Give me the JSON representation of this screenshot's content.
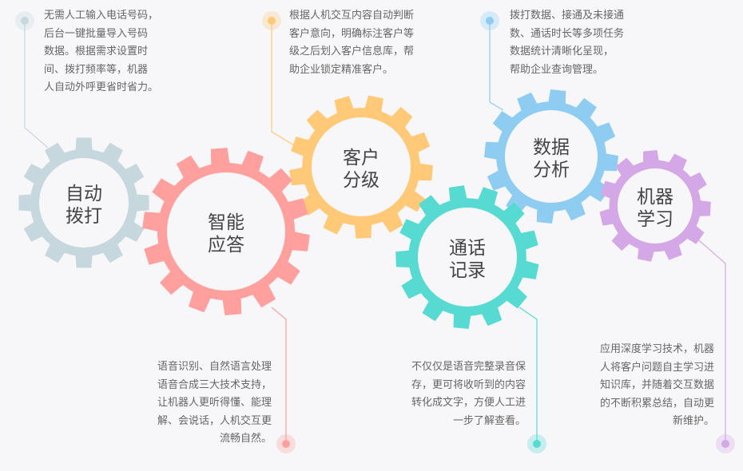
{
  "features": [
    {
      "id": "auto-dial",
      "title_lines": [
        "自动",
        "拨打"
      ],
      "color": "#c6d8de",
      "dot_color": "#c6d8de",
      "description": "无需人工输入电话号码，\n后台一键批量导入号码\n数据。根据需求设置时\n间、拨打频率等，机器\n人自动外呼更省时省力。"
    },
    {
      "id": "smart-answer",
      "title_lines": [
        "智能",
        "应答"
      ],
      "color": "#ff9f9e",
      "dot_color": "#ff9f9e",
      "description": "语音识别、自然语言处理\n语音合成三大技术支持，\n让机器人更听得懂、能理\n解、会说话，人机交互更\n流畅自然。"
    },
    {
      "id": "customer-grading",
      "title_lines": [
        "客户",
        "分级"
      ],
      "color": "#ffc977",
      "dot_color": "#ffc977",
      "description": "根据人机交互内容自动判断\n客户意向，明确标注客户等\n级之后划入客户信息库，帮\n助企业锁定精准客户。"
    },
    {
      "id": "call-record",
      "title_lines": [
        "通话",
        "记录"
      ],
      "color": "#56dad2",
      "dot_color": "#56dad2",
      "description": "不仅仅是语音完整录音保\n存，更可将收听到的内容\n转化成文字，方便人工进\n一步了解查看。"
    },
    {
      "id": "data-analysis",
      "title_lines": [
        "数据",
        "分析"
      ],
      "color": "#8ecdf1",
      "dot_color": "#8ecdf1",
      "description": "拨打数据、接通及未接通\n数、通话时长等多项任务\n数据统计清晰化呈现，\n帮助企业查询管理。"
    },
    {
      "id": "machine-learning",
      "title_lines": [
        "机器",
        "学习"
      ],
      "color": "#d4a7e6",
      "dot_color": "#d4a7e6",
      "description": "应用深度学习技术，机器\n人将客户问题自主学习进\n知识库，并随着交互数据\n的不断积累总结，自动更\n新维护。"
    }
  ]
}
